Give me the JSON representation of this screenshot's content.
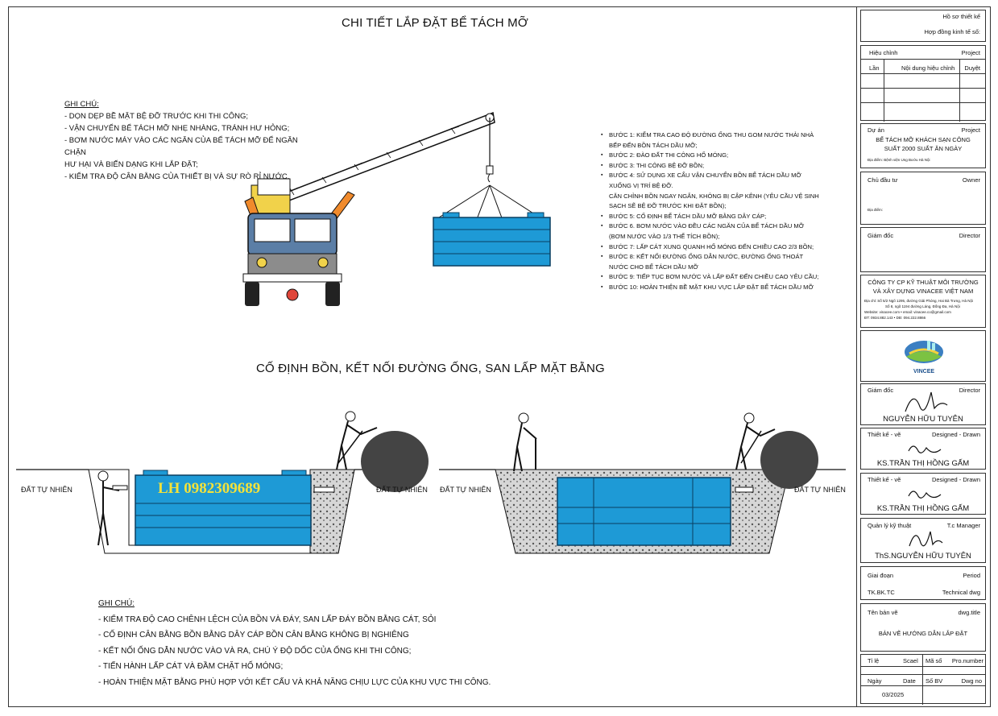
{
  "top_title": "CHI TIẾT LẮP ĐẶT BỂ TÁCH MỠ",
  "bottom_title": "CỐ ĐỊNH BỒN, KẾT NỐI ĐƯỜNG ỐNG, SAN LẤP MẶT BẰNG",
  "notes_top": {
    "heading": "GHI CHÚ:",
    "lines": [
      "- DỌN DẸP BỀ MẶT BỆ ĐỠ TRƯỚC KHI THI CÔNG;",
      "- VẬN CHUYỂN BỂ TÁCH MỠ NHẸ NHÀNG, TRÁNH HƯ HỎNG;",
      "- BƠM NƯỚC MÁY VÀO CÁC NGĂN CỦA BỂ TÁCH MỠ ĐỂ NGĂN CHẶN",
      "HƯ HẠI VÀ BIẾN DẠNG KHI LẮP ĐẶT;",
      "- KIỂM TRA ĐỘ CÂN BẰNG CỦA THIẾT BỊ VÀ SỰ RÒ RỈ NƯỚC."
    ]
  },
  "steps": [
    "BƯỚC 1: KIỂM TRA CAO ĐỘ ĐƯỜNG ỐNG THU GOM NƯỚC THẢI NHÀ",
    "BẾP ĐẾN BỒN TÁCH DẦU MỠ;",
    "BƯỚC 2: ĐÀO ĐẤT THI CÔNG HỐ MÓNG;",
    "BƯỚC 3: THI CÔNG BỆ ĐỠ BỒN;",
    "BƯỚC 4: SỬ DỤNG XE CẨU VẬN CHUYỂN BỒN BỂ TÁCH DẦU MỠ",
    "XUỐNG VỊ TRÍ BỆ ĐỠ.",
    "CĂN CHỈNH BỒN NGAY NGẮN, KHÔNG BỊ CẬP KÊNH (YÊU CẦU VỆ SINH",
    "SẠCH SẼ BỆ ĐỠ TRƯỚC KHI ĐẶT BỒN);",
    "BƯỚC 5: CỐ ĐỊNH BỂ TÁCH DẦU MỠ BẰNG DÂY CÁP;",
    "BƯỚC 6. BƠM NƯỚC VÀO ĐỀU CÁC NGĂN CỦA BỂ TÁCH DẦU MỠ",
    "(BƠM NƯỚC VÀO 1/3 THỂ TÍCH BỒN);",
    "BƯỚC 7: LẤP CÁT XUNG QUANH HỐ MÓNG ĐẾN CHIỀU CAO 2/3 BỒN;",
    "BƯỚC 8: KẾT NỐI ĐƯỜNG ỐNG DẪN NƯỚC, ĐƯỜNG ỐNG THOÁT",
    "NƯỚC CHO BỂ TÁCH DẦU MỠ",
    "BƯỚC 9: TIẾP TỤC BƠM NƯỚC VÀ LẤP ĐẤT ĐẾN CHIỀU CAO YÊU CẦU;",
    "BƯỚC 10: HOÀN THIỆN BỀ MẶT KHU VỰC LẮP ĐẶT BỂ TÁCH DẦU MỠ"
  ],
  "notes_bottom": {
    "heading": "GHI CHÚ:",
    "lines": [
      "- KIỂM TRA ĐỘ CAO CHÊNH LỆCH CỦA BỒN VÀ ĐÁY, SAN LẤP ĐÁY BỒN BẰNG CÁT, SỎI",
      "- CỐ ĐỊNH CÂN BẰNG BỒN BẰNG DÂY CÁP BỒN CÂN BẰNG KHÔNG BỊ NGHIÊNG",
      "- KẾT NỐI ỐNG DẪN NƯỚC VÀO VÀ RA, CHÚ Ý ĐỘ DỐC CỦA ỐNG KHI THI CÔNG;",
      "- TIẾN HÀNH LẤP CÁT VÀ ĐẦM CHẶT HỐ MÓNG;",
      "- HOÀN THIỆN MẶT BẰNG PHÙ HỢP VỚI KẾT CẤU VÀ KHẢ NĂNG CHỊU LỰC CỦA KHU VỰC THI CÔNG."
    ]
  },
  "ground_label": "ĐẤT TỰ NHIÊN",
  "watermark": "LH 0982309689",
  "titleblock": {
    "ho_so": "Hồ sơ thiết kế",
    "hop_dong": "Hợp đồng kinh tế số:",
    "hieu_chinh": "Hiệu chỉnh",
    "project": "Project",
    "lan": "Lần",
    "noi_dung": "Nội dung hiệu chỉnh",
    "duyet": "Duyệt",
    "du_an": "Dự án",
    "project2": "Project",
    "project_name1": "BỂ TÁCH MỠ KHÁCH SẠN CÔNG",
    "project_name2": "SUẤT 2000 SUẤT ĂN NGÀY",
    "dia_diem": "Địa điểm:",
    "dia_diem_val": "Bệnh viện Ung Bướu Hà Nội",
    "chu_dau_tu": "Chủ đầu tư",
    "owner": "Owner",
    "dia_diem2": "Địa điểm:",
    "giam_doc": "Giám đốc",
    "director": "Director",
    "company1": "CÔNG TY  CP KỸ THUẬT MÔI TRƯỜNG",
    "company2": "VÀ XÂY DỰNG VINACEE VIỆT NAM",
    "addr1": "Địa chỉ: Số 5/2 Ngõ 1295, đường Giải Phóng, Hai Bà Trưng, Hà Nội",
    "addr2": "Số 8, ngõ 1194 đường Láng, Đống Đa, Hà Nội",
    "addr3": "Website: vinacee.com • email: vinacee.co@gmail.com",
    "addr4": "ĐT: 0934.882.143 • DĐ: 094.222.8866",
    "logo_text": "VINCEE",
    "giam_doc2": "Giám đốc",
    "director2": "Director",
    "name1": "NGUYỄN HỮU TUYÊN",
    "thiet_ke1": "Thiết kế - vẽ",
    "designed1": "Designed - Drawn",
    "name2": "KS.TRẦN THỊ HỒNG GẤM",
    "thiet_ke2": "Thiết kế - vẽ",
    "designed2": "Designed - Drawn",
    "name3": "KS.TRẦN THỊ HỒNG GẤM",
    "qlkt": "Quản lý kỹ thuật",
    "tc_manager": "T.c Manager",
    "name4": "ThS.NGUYỄN HỮU TUYÊN",
    "giai_doan": "Giai đoạn",
    "period": "Period",
    "tkbktc": "TK.BK.TC",
    "technical": "Technical dwg",
    "ten_ban_ve": "Tên bản vẽ",
    "dwg_title": "dwg.title",
    "drawing_name": "BẢN VẼ HƯỚNG DẪN LẮP ĐẶT",
    "ti_le": "Tỉ lệ",
    "scael": "Scael",
    "ma_so": "Mã số",
    "pro_number": "Pro.number",
    "ngay": "Ngày",
    "date": "Date",
    "so_bv": "Số BV",
    "dwg_no": "Dwg no",
    "date_val": "03/2025"
  },
  "colors": {
    "tank": "#1e9ad6",
    "tank_dark": "#0a5f8c",
    "crane_yellow": "#f1d24a",
    "crane_orange": "#f08a2c",
    "truck_blue": "#5b7ea6",
    "gravel": "#bdbdbd"
  }
}
